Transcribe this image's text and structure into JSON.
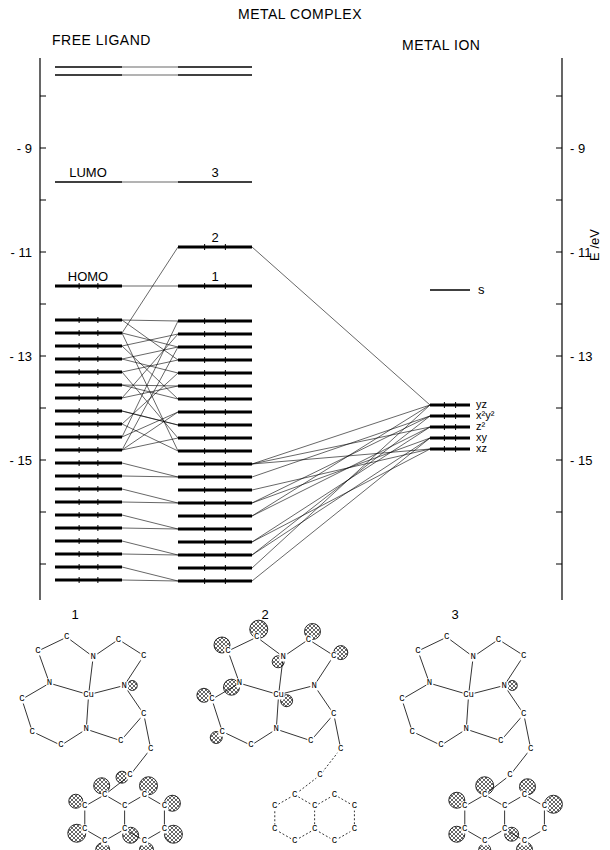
{
  "diagram": {
    "title": "METAL COMPLEX",
    "labels": [
      "FREE LIGAND",
      "METAL ION",
      "- 9",
      "- 11",
      "- 13",
      "- 15",
      "- 9",
      "- 11",
      "- 13",
      "- 15",
      "E /eV",
      "LUMO",
      "HOMO",
      "3",
      "2",
      "1",
      "s",
      "yz",
      "x²y²",
      "z²",
      "xy",
      "xz",
      "1",
      "2",
      "3",
      "C",
      "C",
      "N",
      "C",
      "C",
      "N",
      "C",
      "C",
      "N",
      "C",
      "C",
      "C",
      "N",
      "Cu",
      "C",
      "C",
      "C",
      "C",
      "C",
      "C",
      "C",
      "C",
      "C",
      "C",
      "C",
      "C",
      "C",
      "C",
      "N",
      "C",
      "C",
      "N",
      "C",
      "C",
      "N",
      "C",
      "C",
      "C",
      "N",
      "Cu",
      "C",
      "C",
      "C",
      "C",
      "C",
      "C",
      "C",
      "C",
      "C",
      "C",
      "C",
      "C",
      "C",
      "C",
      "N",
      "C",
      "C",
      "N",
      "C",
      "C",
      "N",
      "C",
      "C",
      "C",
      "N",
      "Cu",
      "C",
      "C",
      "C",
      "C",
      "C",
      "C",
      "C",
      "C",
      "C",
      "C",
      "C",
      "C"
    ]
  }
}
